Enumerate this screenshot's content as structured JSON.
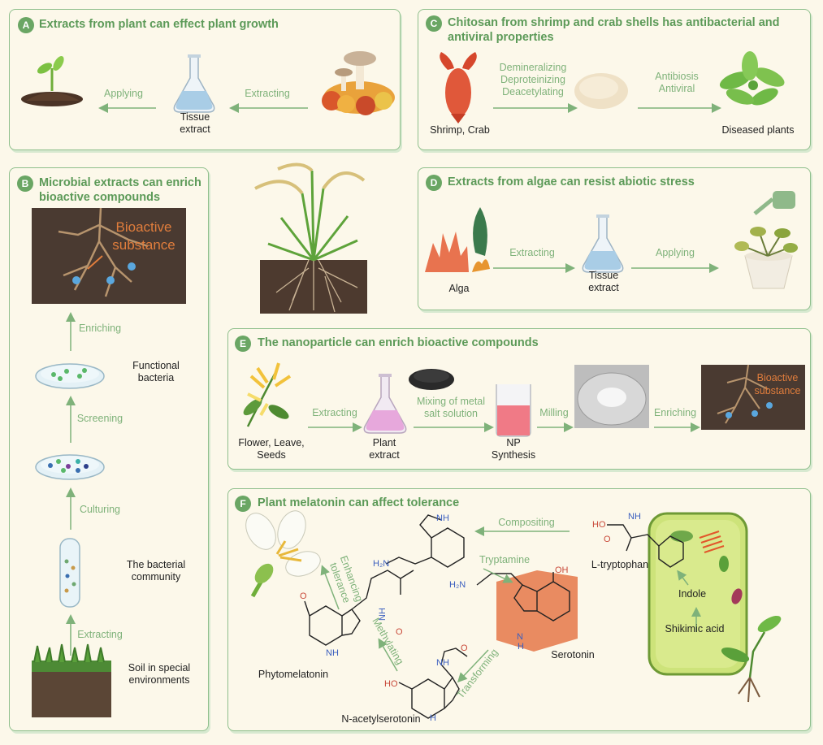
{
  "panels": {
    "a": {
      "badge": "A",
      "title": "Extracts from plant can effect plant growth",
      "applying": "Applying",
      "extracting": "Extracting",
      "tissue_extract": "Tissue\nextract"
    },
    "b": {
      "badge": "B",
      "title": "Microbial extracts can enrich\nbioactive compounds",
      "bioactive": "Bioactive\nsubstance",
      "enriching": "Enriching",
      "functional_bacteria": "Functional\nbacteria",
      "screening": "Screening",
      "culturing": "Culturing",
      "community": "The bacterial\ncommunity",
      "extracting": "Extracting",
      "soil": "Soil in special\nenvironments"
    },
    "c": {
      "badge": "C",
      "title": "Chitosan from shrimp and crab shells has antibacterial and\nantiviral properties",
      "process": "Demineralizing\nDeproteinizing\nDeacetylating",
      "antibiosis": "Antibiosis\nAntiviral",
      "shrimp_crab": "Shrimp, Crab",
      "diseased": "Diseased plants"
    },
    "d": {
      "badge": "D",
      "title": "Extracts from algae can resist abiotic stress",
      "extracting": "Extracting",
      "applying": "Applying",
      "alga": "Alga",
      "tissue_extract": "Tissue\nextract"
    },
    "e": {
      "badge": "E",
      "title": "The nanoparticle can enrich bioactive compounds",
      "extracting": "Extracting",
      "mixing": "Mixing of metal\nsalt solution",
      "milling": "Milling",
      "enriching": "Enriching",
      "flower": "Flower, Leave,\nSeeds",
      "plant_extract": "Plant\nextract",
      "np": "NP\nSynthesis",
      "bioactive": "Bioactive\nsubstance"
    },
    "f": {
      "badge": "F",
      "title": "Plant melatonin can affect tolerance",
      "compositing": "Compositing",
      "tryptamine": "Tryptamine",
      "enhancing": "Enhancing\ntolerance",
      "methylating": "Methylating",
      "transforming": "Transforming",
      "ltryptophan": "L-tryptophan",
      "indole": "Indole",
      "shikimic": "Shikimic acid",
      "serotonin": "Serotonin",
      "phytomelatonin": "Phytomelatonin",
      "nacetyl": "N-acetylserotonin",
      "nh": "NH",
      "h2n": "H₂N",
      "ho": "HO",
      "oh": "OH",
      "o": "O",
      "n": "N",
      "h": "H"
    }
  },
  "colors": {
    "panel_border": "#8fbf8c",
    "title": "#5c9a58",
    "arrow": "#7fb27a",
    "badge": "#6aa664",
    "background": "#fcf8ea",
    "bioactive_text": "#e07d3c"
  }
}
